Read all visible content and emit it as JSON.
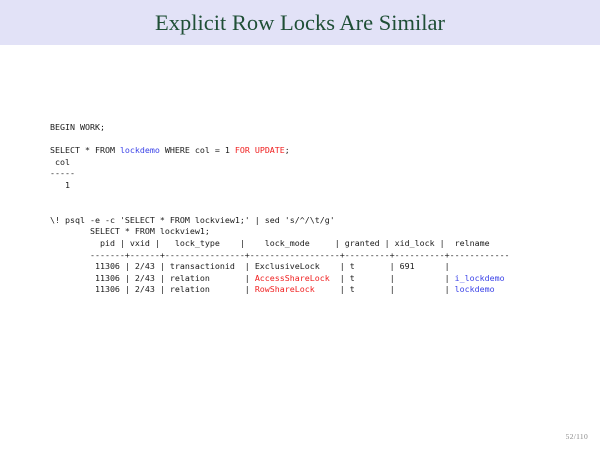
{
  "slide": {
    "title": "Explicit Row Locks Are Similar",
    "page_number": "52/110",
    "accent_title_color": "#1f4f36",
    "banner_color": "#e2e2f7",
    "identifier_color": "#3b43e8",
    "keyword_color": "#f02020"
  },
  "code": {
    "lines": [
      {
        "id": "l01",
        "segments": [
          {
            "text": "BEGIN WORK;",
            "style": "plain"
          }
        ]
      },
      {
        "id": "l02",
        "segments": [
          {
            "text": "",
            "style": "plain"
          }
        ]
      },
      {
        "id": "l03",
        "segments": [
          {
            "text": "SELECT * FROM ",
            "style": "plain"
          },
          {
            "text": "lockdemo",
            "style": "ident"
          },
          {
            "text": " WHERE col = 1 ",
            "style": "plain"
          },
          {
            "text": "FOR UPDATE",
            "style": "kw"
          },
          {
            "text": ";",
            "style": "plain"
          }
        ]
      },
      {
        "id": "l04",
        "segments": [
          {
            "text": " col",
            "style": "plain"
          }
        ]
      },
      {
        "id": "l05",
        "segments": [
          {
            "text": "-----",
            "style": "plain"
          }
        ]
      },
      {
        "id": "l06",
        "segments": [
          {
            "text": "   1",
            "style": "plain"
          }
        ]
      },
      {
        "id": "l07",
        "segments": [
          {
            "text": "",
            "style": "plain"
          }
        ]
      },
      {
        "id": "l08",
        "segments": [
          {
            "text": "",
            "style": "plain"
          }
        ]
      },
      {
        "id": "l09",
        "segments": [
          {
            "text": "\\! psql -e -c 'SELECT * FROM lockview1;' | sed 's/^/\\t/g'",
            "style": "plain"
          }
        ]
      },
      {
        "id": "l10",
        "segments": [
          {
            "text": "        SELECT * FROM lockview1;",
            "style": "plain"
          }
        ]
      },
      {
        "id": "l11",
        "segments": [
          {
            "text": "          pid | vxid |   lock_type    |    lock_mode     | granted | xid_lock |  relname",
            "style": "plain"
          }
        ]
      },
      {
        "id": "l12",
        "segments": [
          {
            "text": "        -------+------+----------------+------------------+---------+----------+------------",
            "style": "plain"
          }
        ]
      },
      {
        "id": "l13",
        "segments": [
          {
            "text": "         11306 | 2/43 | transactionid  | ",
            "style": "plain"
          },
          {
            "text": "ExclusiveLock",
            "style": "plain"
          },
          {
            "text": "    | t       | 691      |",
            "style": "plain"
          }
        ]
      },
      {
        "id": "l14",
        "segments": [
          {
            "text": "         11306 | 2/43 | relation       | ",
            "style": "plain"
          },
          {
            "text": "AccessShareLock",
            "style": "kw"
          },
          {
            "text": "  | t       |          | ",
            "style": "plain"
          },
          {
            "text": "i_lockdemo",
            "style": "ident"
          }
        ]
      },
      {
        "id": "l15",
        "segments": [
          {
            "text": "         11306 | 2/43 | relation       | ",
            "style": "plain"
          },
          {
            "text": "RowShareLock",
            "style": "kw"
          },
          {
            "text": "     | t       |          | ",
            "style": "plain"
          },
          {
            "text": "lockdemo",
            "style": "ident"
          }
        ]
      }
    ]
  },
  "table_data": {
    "columns": [
      "pid",
      "vxid",
      "lock_type",
      "lock_mode",
      "granted",
      "xid_lock",
      "relname"
    ],
    "rows": [
      [
        "11306",
        "2/43",
        "transactionid",
        "ExclusiveLock",
        "t",
        "691",
        ""
      ],
      [
        "11306",
        "2/43",
        "relation",
        "AccessShareLock",
        "t",
        "",
        "i_lockdemo"
      ],
      [
        "11306",
        "2/43",
        "relation",
        "RowShareLock",
        "t",
        "",
        "lockdemo"
      ]
    ]
  }
}
